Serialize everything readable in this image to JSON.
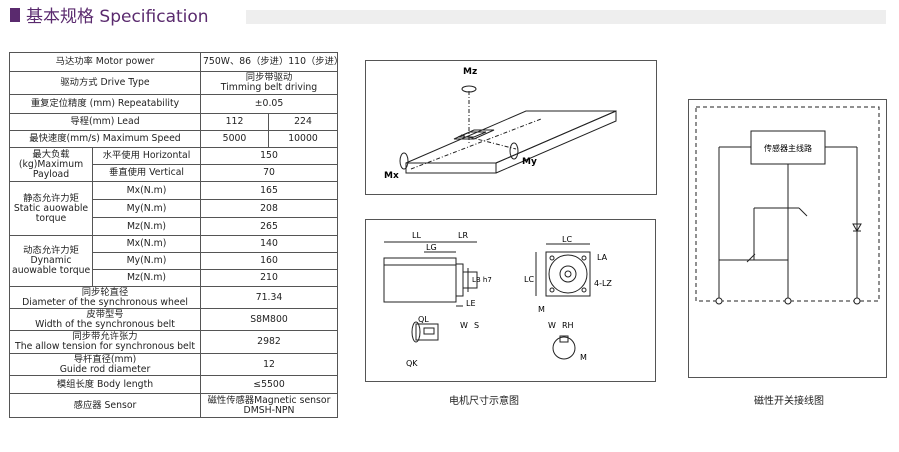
{
  "header": {
    "title": "基本规格  Specification"
  },
  "spec": {
    "motor_power": {
      "label": "马达功率  Motor  power",
      "value": "750W、86（步进）110（步进）"
    },
    "drive": {
      "label": "驱动方式  Drive Type",
      "value_cn": "同步带驱动",
      "value_en": "Timming belt driving"
    },
    "repeat": {
      "label": "重复定位精度  (mm)    Repeatability",
      "value": "±0.05"
    },
    "lead": {
      "label": "导程(mm)  Lead",
      "v1": "112",
      "v2": "224"
    },
    "speed": {
      "label": "最快速度(mm/s) Maximum Speed",
      "v1": "5000",
      "v2": "10000"
    },
    "payload": {
      "label_l1": "最大负载",
      "label_l2": "(kg)Maximum",
      "label_l3": "Payload",
      "h_label": "水平使用 Horizontal",
      "h_value": "150",
      "v_label": "垂直使用 Vertical",
      "v_value": "70"
    },
    "static": {
      "label_l1": "静态允许力矩",
      "label_l2": "Static auowable",
      "label_l3": "torque",
      "rows": [
        {
          "label": "Mx(N.m)",
          "value": "165"
        },
        {
          "label": "My(N.m)",
          "value": "208"
        },
        {
          "label": "Mz(N.m)",
          "value": "265"
        }
      ]
    },
    "dynamic": {
      "label_l1": "动态允许力矩",
      "label_l2": "Dynamic",
      "label_l3": "auowable torque",
      "rows": [
        {
          "label": "Mx(N.m)",
          "value": "140"
        },
        {
          "label": "My(N.m)",
          "value": "160"
        },
        {
          "label": "Mz(N.m)",
          "value": "210"
        }
      ]
    },
    "wheel": {
      "label_cn": "同步轮直径",
      "label_en": "Diameter of the synchronous wheel",
      "value": "71.34"
    },
    "belt": {
      "label_cn": "皮带型号",
      "label_en": "Width of the synchronous belt",
      "value": "S8M800"
    },
    "tension": {
      "label_cn": "同步带允许张力",
      "label_en": "The allow tension for synchronous belt",
      "value": "2982"
    },
    "guide": {
      "label_cn": "导杆直径(mm)",
      "label_en": "Guide rod diameter",
      "value": "12"
    },
    "body": {
      "label": "模组长度      Body  length",
      "value": "≤5500"
    },
    "sensor": {
      "label": "感应器 Sensor",
      "value_l1": "磁性传感器Magnetic sensor",
      "value_l2": "DMSH-NPN"
    }
  },
  "diagrams": {
    "moment": {
      "mz": "Mz",
      "mx": "Mx",
      "my": "My"
    },
    "motor": {
      "caption": "电机尺寸示意图",
      "ll": "LL",
      "lr": "LR",
      "lg": "LG",
      "lb": "LB h7",
      "le": "LE",
      "lc_top": "LC",
      "lc_side": "LC",
      "la": "LA",
      "lz": "4-LZ",
      "m1": "M",
      "ql": "QL",
      "w1": "W",
      "s": "S",
      "qk": "QK",
      "w2": "W",
      "rh": "RH",
      "m2": "M"
    },
    "wiring": {
      "caption": "磁性开关接线图",
      "box": "传感器主线路"
    }
  }
}
